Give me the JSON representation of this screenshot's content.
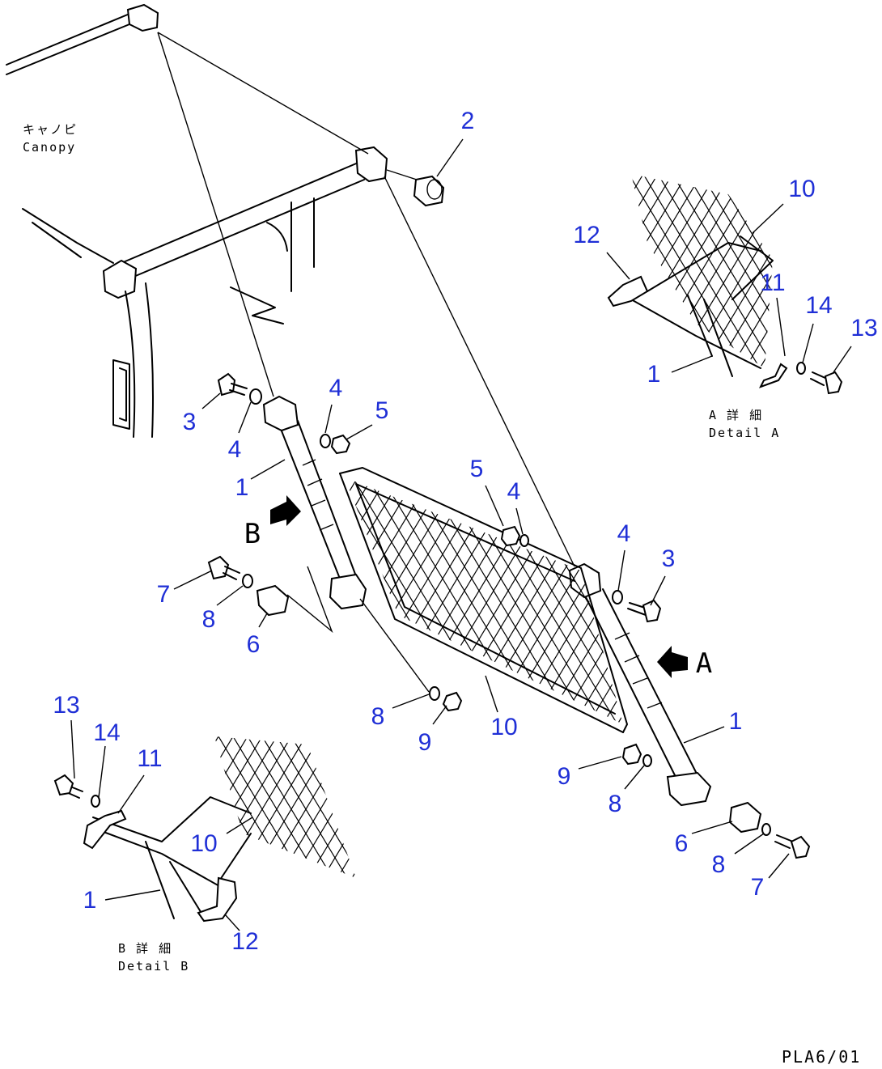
{
  "canopy_label": {
    "jp": "キャノピ",
    "en": "Canopy"
  },
  "detail_a": {
    "jp": "A 詳 細",
    "en": "Detail A"
  },
  "detail_b": {
    "jp": "B 詳 細",
    "en": "Detail B"
  },
  "view_arrows": {
    "a": "A",
    "b": "B"
  },
  "drawing_code": "PLA6/01",
  "callouts": {
    "main": {
      "n2": "2",
      "n3_left": "3",
      "n4_left": "4",
      "n4_top": "4",
      "n5_top": "5",
      "n1_left": "1",
      "n7_left": "7",
      "n8_left": "8",
      "n6_left": "6",
      "n5_mid": "5",
      "n4_mid": "4",
      "n4_right": "4",
      "n3_right": "3",
      "n8_bottom": "8",
      "n9_bottom": "9",
      "n10_main": "10",
      "n1_right": "1",
      "n9_right": "9",
      "n8_right": "8",
      "n6_right": "6",
      "n8_far": "8",
      "n7_right": "7"
    },
    "detail_a": {
      "n10": "10",
      "n12": "12",
      "n11": "11",
      "n14": "14",
      "n13": "13",
      "n1": "1"
    },
    "detail_b": {
      "n13": "13",
      "n14": "14",
      "n11": "11",
      "n10": "10",
      "n1": "1",
      "n12": "12"
    }
  }
}
